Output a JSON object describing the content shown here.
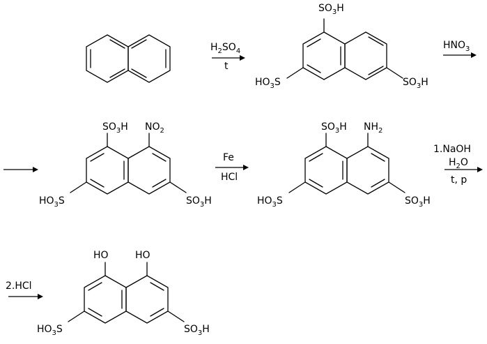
{
  "groups": {
    "so3h_prefix": "SO",
    "ho3s_prefix": "HO",
    "ho3s_suffix": "S",
    "sub3": "3",
    "sub2": "2",
    "sub4": "4",
    "h": "H",
    "no2_prefix": "NO",
    "nh2_prefix": "NH",
    "ho": "HO"
  },
  "arrows": {
    "a1_top_prefix": "H",
    "a1_top_mid": "SO",
    "a1_bottom": "t",
    "a2_top_prefix": "HNO",
    "a3_top": "Fe",
    "a3_bottom": "HCl",
    "a4_line1": "1.NaOH",
    "a4_line2_prefix": "H",
    "a4_line2_suffix": "O",
    "a4_line3": "t, p",
    "a5_top": "2.HCl"
  }
}
